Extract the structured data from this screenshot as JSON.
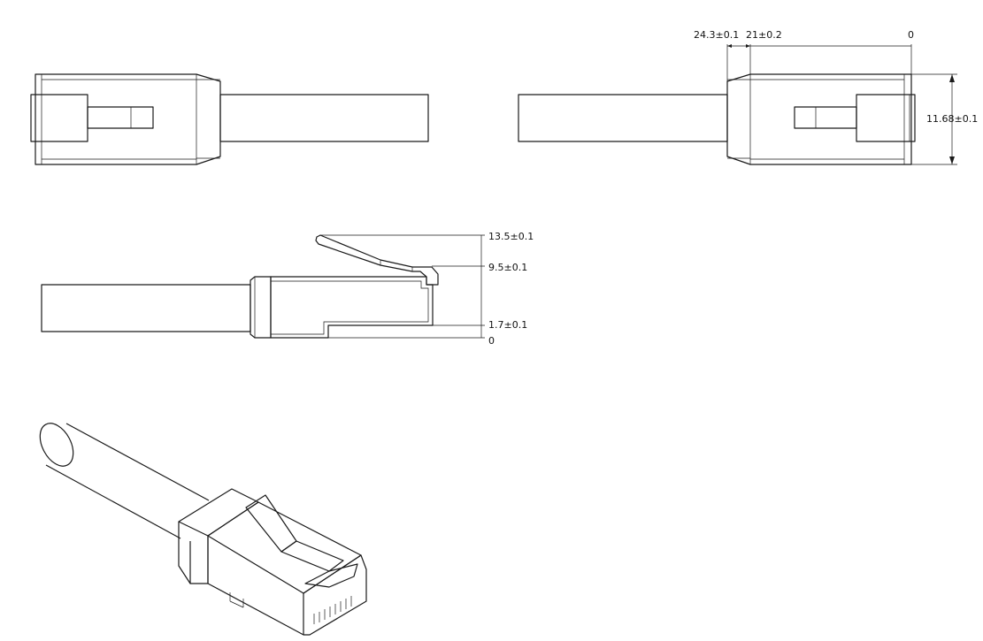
{
  "dimensions": {
    "top_right_length_a": "24.3±0.1",
    "top_right_length_b": "21±0.2",
    "top_right_origin": "0",
    "height": "11.68±0.1",
    "side_latch_top": "13.5±0.1",
    "side_body_top": "9.5±0.1",
    "side_bottom_step": "1.7±0.1",
    "side_origin": "0"
  },
  "colors": {
    "line": "#1a1a1a",
    "background": "#ffffff"
  }
}
